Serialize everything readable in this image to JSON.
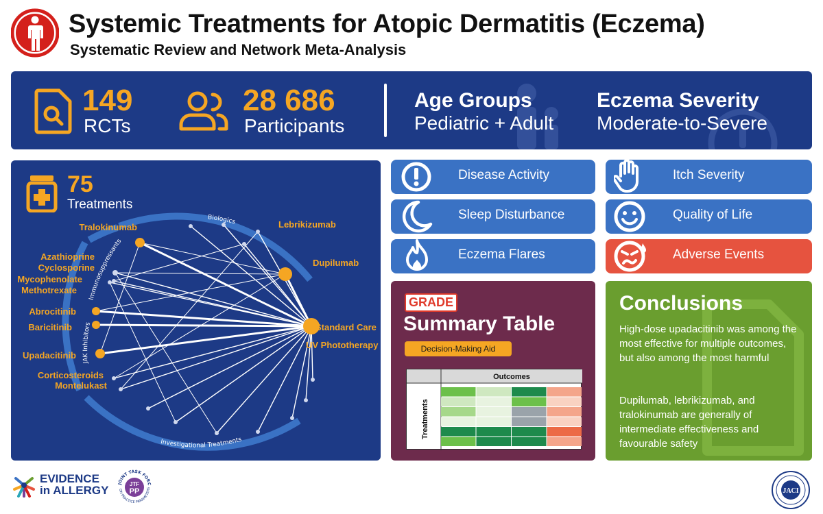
{
  "header": {
    "title": "Systemic Treatments for Atopic Dermatitis (Eczema)",
    "subtitle": "Systematic Review and Network Meta-Analysis",
    "icon": "person-icon"
  },
  "stats": {
    "rcts_value": "149",
    "rcts_label": "RCTs",
    "participants_value": "28 686",
    "participants_label": "Participants",
    "age_heading": "Age Groups",
    "age_value": "Pediatric + Adult",
    "severity_heading": "Eczema Severity",
    "severity_value": "Moderate-to-Severe"
  },
  "network": {
    "treatments_value": "75",
    "treatments_label": "Treatments",
    "arc_labels": [
      "Biologics",
      "Immunosuppressants",
      "JAK Inhibitors",
      "Investigational Treatments"
    ],
    "drugs": [
      "Tralokinumab",
      "Lebrikizumab",
      "Dupilumab",
      "Azathioprine",
      "Cyclosporine",
      "Mycophenolate",
      "Methotrexate",
      "Abrocitinib",
      "Baricitinib",
      "Upadacitinib",
      "Corticosteroids",
      "Montelukast",
      "Standard Care",
      "UV Phototherapy"
    ]
  },
  "outcomes": {
    "disease_activity": "Disease Activity",
    "itch_severity": "Itch Severity",
    "sleep_disturbance": "Sleep Disturbance",
    "quality_of_life": "Quality of Life",
    "eczema_flares": "Eczema Flares",
    "adverse_events": "Adverse Events"
  },
  "grade": {
    "badge": "GRADE",
    "title": "Summary Table",
    "aid": "Decision-Making Aid",
    "table_col_header": "Outcomes",
    "table_row_header": "Treatments"
  },
  "conclusions": {
    "title": "Conclusions",
    "p1": "High-dose upadacitinib was among the most effective for multiple outcomes, but also among the most harmful",
    "p2": "Dupilumab, lebrikizumab, and tralokinumab are generally of intermediate effectiveness and favourable safety"
  },
  "footer": {
    "evidence_line1": "EVIDENCE",
    "evidence_line2": "in ALLERGY",
    "jtf_top": "JOINT TASK FORCE",
    "jtf_bottom": "ON PRACTICE PARAMETERS",
    "jtf_mark_top": "JTF",
    "jtf_mark_bottom": "PP",
    "jaci": "JACI"
  },
  "colors": {
    "navy": "#1d3a86",
    "orange": "#f5a623",
    "pill_blue": "#3a72c4",
    "red": "#e6533f",
    "plum": "#6d2b4c",
    "green": "#6a9e2f"
  }
}
